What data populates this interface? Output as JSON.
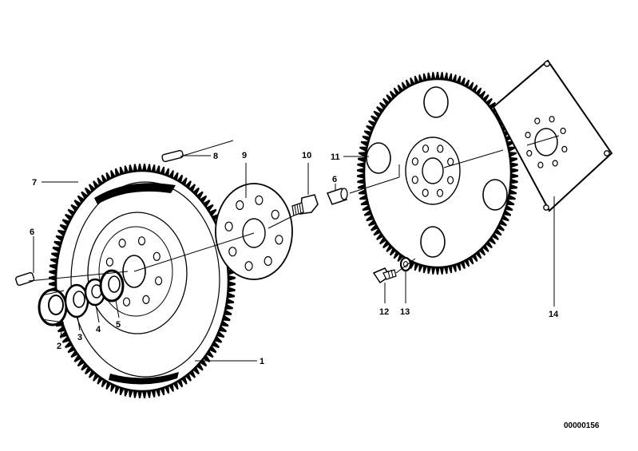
{
  "callouts": {
    "c1": "1",
    "c2": "2",
    "c3": "3",
    "c4": "4",
    "c5": "5",
    "c6a": "6",
    "c6b": "6",
    "c7": "7",
    "c8": "8",
    "c9": "9",
    "c10": "10",
    "c11": "11",
    "c12": "12",
    "c13": "13",
    "c14": "14"
  },
  "document_id": "00000156",
  "colors": {
    "line": "#000000",
    "background": "#ffffff"
  }
}
